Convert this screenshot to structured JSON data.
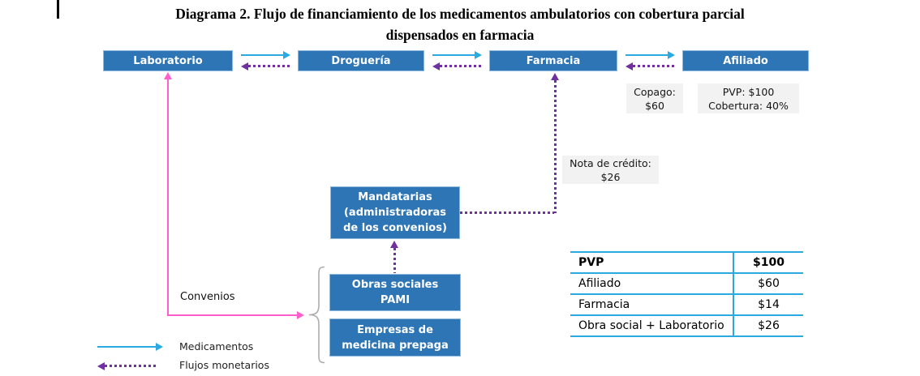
{
  "title": {
    "line1": "Diagrama 2. Flujo de financiamiento de los medicamentos ambulatorios con cobertura parcial",
    "line2": "dispensados en farmacia"
  },
  "nodes": {
    "laboratorio": {
      "label": "Laboratorio"
    },
    "drogueria": {
      "label": "Droguería"
    },
    "farmacia": {
      "label": "Farmacia"
    },
    "afiliado": {
      "label": "Afiliado"
    },
    "mandatarias": {
      "lines": [
        "Mandatarias",
        "(administradoras",
        "de los convenios)"
      ]
    },
    "obras_sociales": {
      "lines": [
        "Obras sociales",
        "PAMI"
      ]
    },
    "prepagas": {
      "lines": [
        "Empresas de",
        "medicina prepaga"
      ]
    }
  },
  "notes": {
    "copago": {
      "lines": [
        "Copago:",
        "$60"
      ]
    },
    "pvp": {
      "lines": [
        "PVP: $100",
        "Cobertura: 40%"
      ]
    },
    "nota_credito": {
      "lines": [
        "Nota de crédito:",
        "$26"
      ]
    }
  },
  "labels": {
    "convenios": "Convenios"
  },
  "table": {
    "rows": [
      {
        "label": "PVP",
        "value": "$100"
      },
      {
        "label": "Afiliado",
        "value": "$60"
      },
      {
        "label": "Farmacia",
        "value": "$14"
      },
      {
        "label": "Obra social + Laboratorio",
        "value": "$26"
      }
    ]
  },
  "legend": {
    "medicamentos": "Medicamentos",
    "flujos_monetarios": "Flujos monetarios"
  },
  "colors": {
    "node_blue": "#2E75B6",
    "medicamentos_cyan": "#2BAAE2",
    "monetario_purple": "#7030A0",
    "convenios_pink": "#FF5FCC",
    "note_gray": "#F2F2F2"
  }
}
